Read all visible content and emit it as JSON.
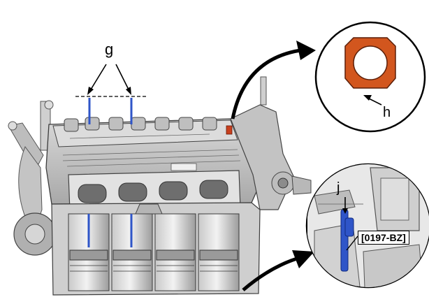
{
  "callouts": {
    "g": "g",
    "h": "h",
    "j": "j",
    "tool": "[0197-BZ]"
  },
  "colors": {
    "marker_blue": "#2f55c8",
    "seal_orange": "#d2561e",
    "seal_marker_red": "#c8401e",
    "engine_light": "#e6e6e6",
    "engine_mid": "#b4b4b4",
    "engine_dark": "#505050"
  },
  "icons": {
    "detail_arrow": "curved-arrow-icon",
    "seal": "ring-seal-icon",
    "tool": "pin-tool-icon"
  }
}
